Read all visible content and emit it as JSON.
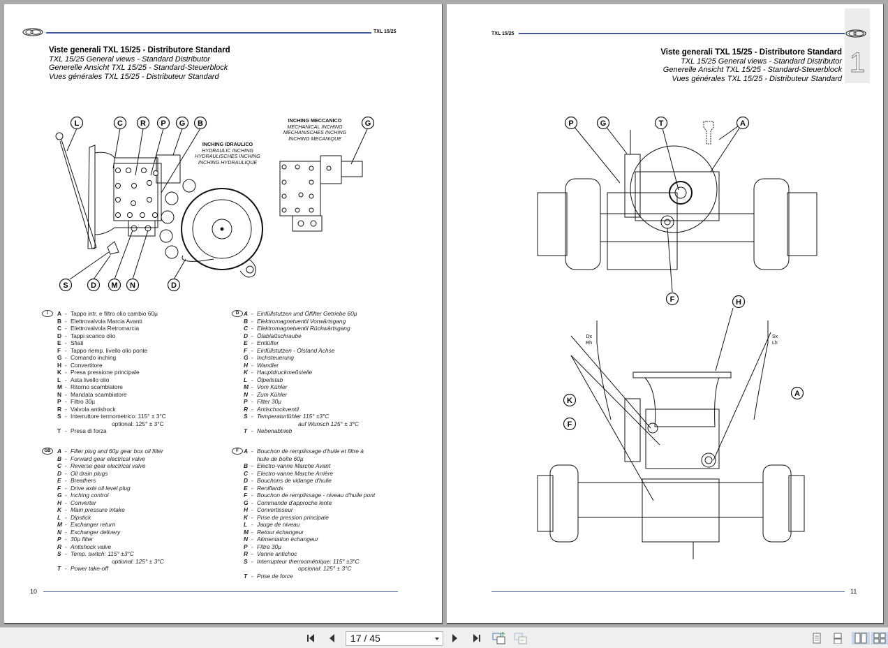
{
  "document": {
    "model_tag": "TXL 15/25",
    "titles": {
      "it": "Viste generali TXL 15/25 - Distributore Standard",
      "en": "TXL 15/25 General views - Standard Distributor",
      "de": "Generelle Ansicht TXL 15/25 - Standard-Steuerblock",
      "fr": "Vues générales TXL 15/25 - Distributeur Standard"
    },
    "chapter_number": "1",
    "left_page_number": "10",
    "right_page_number": "11",
    "left_diagram_callouts": [
      "L",
      "C",
      "R",
      "P",
      "G",
      "B",
      "S",
      "D",
      "M",
      "N",
      "D"
    ],
    "mech_callouts": [
      "G"
    ],
    "right_top_callouts": [
      "P",
      "G",
      "T",
      "A",
      "F"
    ],
    "right_bottom_callouts": [
      "H",
      "K",
      "F",
      "A"
    ],
    "side_labels": {
      "left": [
        "Dx",
        "Rh"
      ],
      "right": [
        "Sx",
        "Lh"
      ]
    },
    "hydraulic_inching_caption": [
      "INCHING IDRAULICO",
      "HYDRAULIC INCHING",
      "HYDRAULISCHES INCHING",
      "INCHING HYDRAULIQUE"
    ],
    "mechanical_inching_caption": [
      "INCHING MECCANICO",
      "MECHANICAL INCHING",
      "MECHANISCHES INCHING",
      "INCHING MECANIQUE"
    ]
  },
  "legends": {
    "it": {
      "flag": "I",
      "items": [
        {
          "letter": "A",
          "text": "Tappo intr. e filtro olio cambio 60µ"
        },
        {
          "letter": "B",
          "text": "Elettrovalvola Marcia Avanti"
        },
        {
          "letter": "C",
          "text": "Elettrovalvola Retromarcia"
        },
        {
          "letter": "D",
          "text": "Tappi scarico olio"
        },
        {
          "letter": "E",
          "text": "Sfiati"
        },
        {
          "letter": "F",
          "text": "Tappo riemp. livello olio ponte"
        },
        {
          "letter": "G",
          "text": "Comando inching"
        },
        {
          "letter": "H",
          "text": "Convertitore"
        },
        {
          "letter": "K",
          "text": "Presa pressione principale"
        },
        {
          "letter": "L",
          "text": "Asta livello olio"
        },
        {
          "letter": "M",
          "text": "Ritorno scambiatore"
        },
        {
          "letter": "N",
          "text": "Mandata scambiatore"
        },
        {
          "letter": "P",
          "text": "Filtro 30µ"
        },
        {
          "letter": "R",
          "text": "Valvola antishock"
        },
        {
          "letter": "S",
          "text": "Interruttore termometrico: 115° ± 3°C",
          "cont": "optional: 125° ± 3°C"
        },
        {
          "letter": "T",
          "text": "Presa di forza"
        }
      ]
    },
    "de": {
      "flag": "D",
      "items": [
        {
          "letter": "A",
          "text": "Einfüllstutzen und Ölfilter Getriebe 60µ"
        },
        {
          "letter": "B",
          "text": "Elektromagnetventil Vorwärtsgang"
        },
        {
          "letter": "C",
          "text": "Elektromagnetventil Rückwärtsgang"
        },
        {
          "letter": "D",
          "text": "Ölablaßschraube"
        },
        {
          "letter": "E",
          "text": "Entlüfter"
        },
        {
          "letter": "F",
          "text": "Einfüllstutzen - Ölstand Achse"
        },
        {
          "letter": "G",
          "text": "Inchsteuerung"
        },
        {
          "letter": "H",
          "text": "Wandler"
        },
        {
          "letter": "K",
          "text": "Hauptdruckmeßstelle"
        },
        {
          "letter": "L",
          "text": "Ölpeilstab"
        },
        {
          "letter": "M",
          "text": "Vom Kühler"
        },
        {
          "letter": "N",
          "text": "Zum Kühler"
        },
        {
          "letter": "P",
          "text": "Filter 30µ"
        },
        {
          "letter": "R",
          "text": "Antischockventil"
        },
        {
          "letter": "S",
          "text": "Temperaturfühler 115° ±3°C",
          "cont": "auf Wunsch 125° ± 3°C"
        },
        {
          "letter": "T",
          "text": "Nebenabtrieb"
        }
      ]
    },
    "en": {
      "flag": "GB",
      "items": [
        {
          "letter": "A",
          "text": "Filler plug and 60µ gear box oil filter"
        },
        {
          "letter": "B",
          "text": "Forward gear electrical valve"
        },
        {
          "letter": "C",
          "text": "Reverse gear electrical valve"
        },
        {
          "letter": "D",
          "text": "Oil drain plugs"
        },
        {
          "letter": "E",
          "text": "Breathers"
        },
        {
          "letter": "F",
          "text": "Drive axle oil level plug"
        },
        {
          "letter": "G",
          "text": "Inching control"
        },
        {
          "letter": "H",
          "text": "Converter"
        },
        {
          "letter": "K",
          "text": "Main pressure intake"
        },
        {
          "letter": "L",
          "text": "Dipstick"
        },
        {
          "letter": "M",
          "text": "Exchanger return"
        },
        {
          "letter": "N",
          "text": "Exchanger delivery"
        },
        {
          "letter": "P",
          "text": "30µ filter"
        },
        {
          "letter": "R",
          "text": "Antishock valve"
        },
        {
          "letter": "S",
          "text": "Temp. switch: 115° ±3°C",
          "cont": "optional: 125° ± 3°C"
        },
        {
          "letter": "T",
          "text": "Power take-off"
        }
      ]
    },
    "fr": {
      "flag": "F",
      "items": [
        {
          "letter": "A",
          "text": "Bouchon de remplissage d'huile et filtre à",
          "cont": "huile de boîte 60µ"
        },
        {
          "letter": "B",
          "text": "Electro-vanne Marche Avant"
        },
        {
          "letter": "C",
          "text": "Electro-vanne Marche Arrière"
        },
        {
          "letter": "D",
          "text": "Bouchons de vidange d'huile"
        },
        {
          "letter": "E",
          "text": "Reniflards"
        },
        {
          "letter": "F",
          "text": "Bouchon de remplissage - niveau d'huile pont"
        },
        {
          "letter": "G",
          "text": "Commande d'approche lente"
        },
        {
          "letter": "H",
          "text": "Convertisseur"
        },
        {
          "letter": "K",
          "text": "Prise de pression principale"
        },
        {
          "letter": "L",
          "text": "Jauge de niveau"
        },
        {
          "letter": "M",
          "text": "Retour échangeur"
        },
        {
          "letter": "N",
          "text": "Alimentation échangeur"
        },
        {
          "letter": "P",
          "text": "Filtre 30µ"
        },
        {
          "letter": "R",
          "text": "Vanne antichoc"
        },
        {
          "letter": "S",
          "text": "Interrupteur thermométrique: 115° ±3°C",
          "cont": "opcional: 125° ± 3°C"
        },
        {
          "letter": "T",
          "text": "Prise de force"
        }
      ]
    }
  },
  "toolbar": {
    "page_indicator": "17 / 45",
    "buttons": [
      "first-page",
      "previous-page",
      "next-page",
      "last-page",
      "previous-view",
      "next-view"
    ],
    "view_modes": [
      "single-page",
      "continuous",
      "facing",
      "continuous-facing"
    ],
    "active_view_mode": "facing"
  },
  "colors": {
    "accent_rule": "#3f57a0",
    "toolbar_bg": "#efefef",
    "viewer_bg": "#a9a9a9",
    "active_view": "#c8d6ea"
  }
}
